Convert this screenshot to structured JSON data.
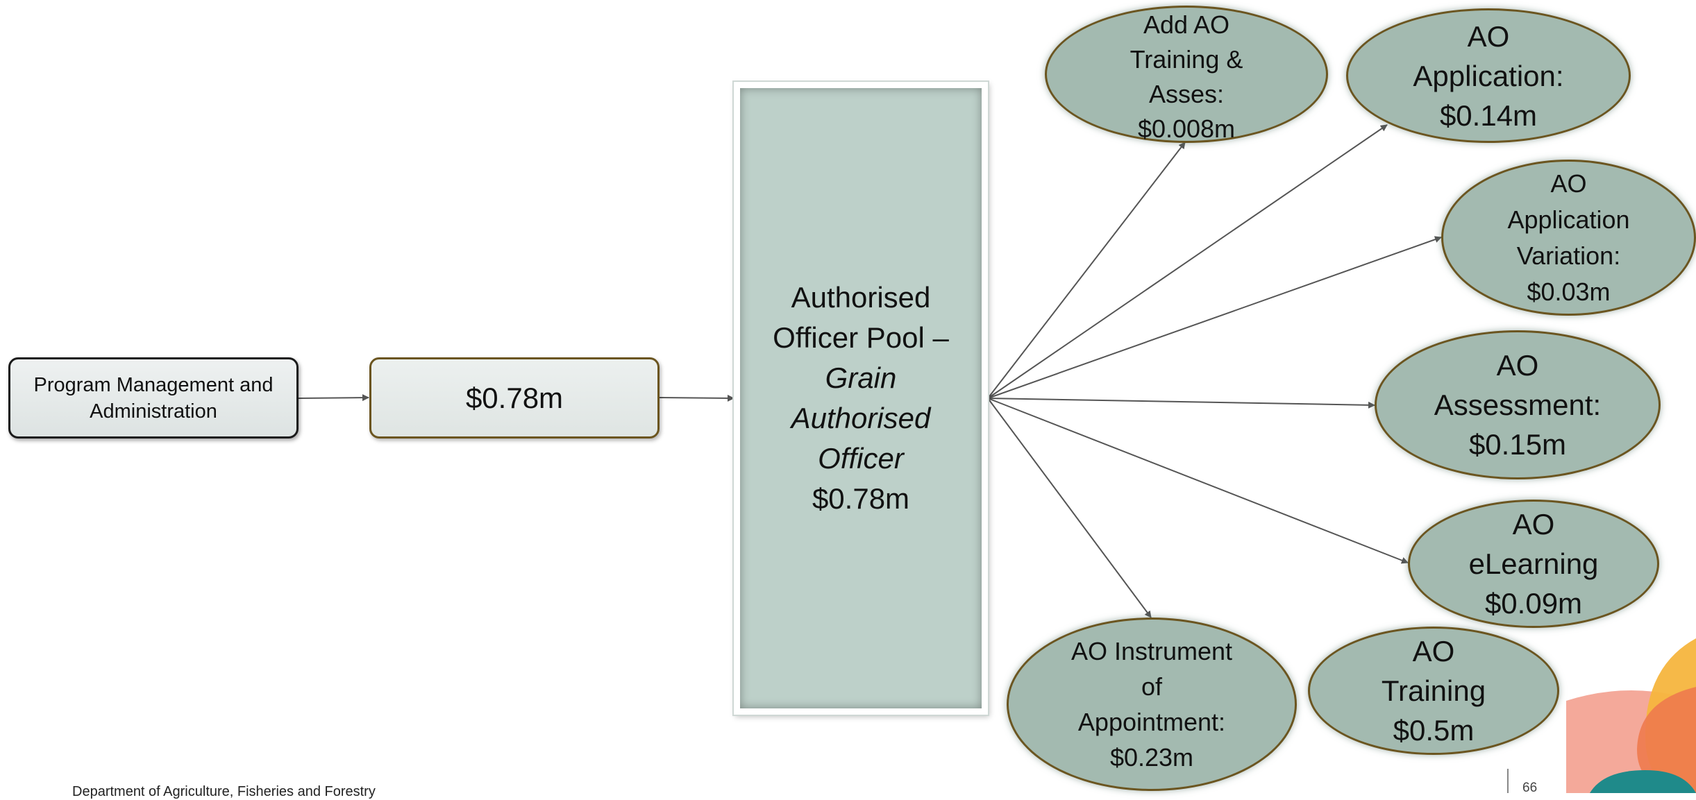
{
  "diagram": {
    "source": {
      "label": "Program Management and Administration"
    },
    "cost": {
      "label": "$0.78m"
    },
    "pool": {
      "line1": "Authorised",
      "line2": "Officer Pool –",
      "italic1": "Grain",
      "italic2": "Authorised",
      "italic3": "Officer",
      "amount": "$0.78m"
    },
    "nodes": [
      {
        "id": "add-ao-training",
        "lines": [
          "Add AO",
          "Training &",
          "Asses:",
          "$0.008m"
        ]
      },
      {
        "id": "ao-application",
        "lines": [
          "AO",
          "Application:",
          "$0.14m"
        ]
      },
      {
        "id": "ao-application-variation",
        "lines": [
          "AO",
          "Application",
          "Variation:",
          "$0.03m"
        ]
      },
      {
        "id": "ao-assessment",
        "lines": [
          "AO",
          "Assessment:",
          "$0.15m"
        ]
      },
      {
        "id": "ao-elearning",
        "lines": [
          "AO",
          "eLearning",
          "$0.09m"
        ]
      },
      {
        "id": "ao-training",
        "lines": [
          "AO",
          "Training",
          "$0.5m"
        ]
      },
      {
        "id": "ao-instrument",
        "lines": [
          "AO Instrument",
          "of",
          "Appointment:",
          "$0.23m"
        ]
      }
    ]
  },
  "footer": {
    "department": "Department of Agriculture, Fisheries and Forestry",
    "page": "66"
  },
  "colors": {
    "node_fill": "#a3bab0",
    "node_border": "#6b5520",
    "pool_fill": "#bdd0c9",
    "arrow": "#555555"
  }
}
